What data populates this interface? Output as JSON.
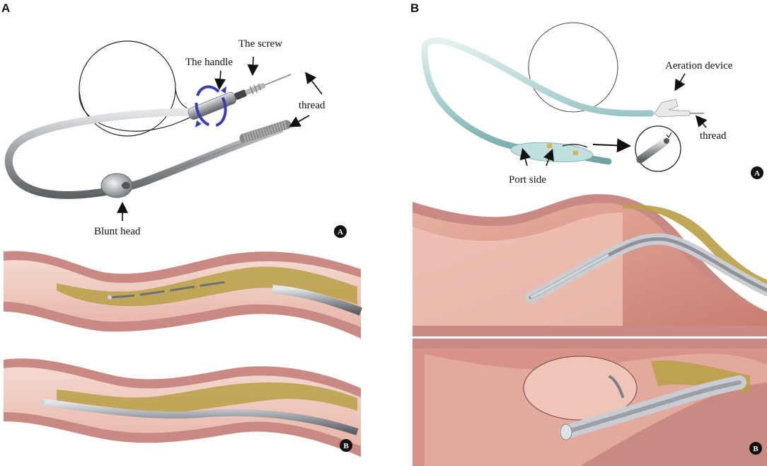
{
  "panels": {
    "left": {
      "letter": "A",
      "labels": {
        "handle": "The handle",
        "screw": "The screw",
        "thread": "thread",
        "blunt_head": "Blunt head"
      },
      "badges": {
        "top": "A",
        "bottom": "B"
      }
    },
    "right": {
      "letter": "B",
      "labels": {
        "aeration": "Aeration device",
        "thread": "thread",
        "port_side": "Port side"
      },
      "badges": {
        "top": "A",
        "bottom": "B"
      }
    }
  },
  "colors": {
    "vessel_wall": "#c98a83",
    "vessel_inner": "#f1c9bd",
    "plaque": "#b8a046",
    "catheter_grey": "#8e9399",
    "catheter_teal": "#a9d0cf",
    "rotation_arrow": "#3b3fa8"
  }
}
